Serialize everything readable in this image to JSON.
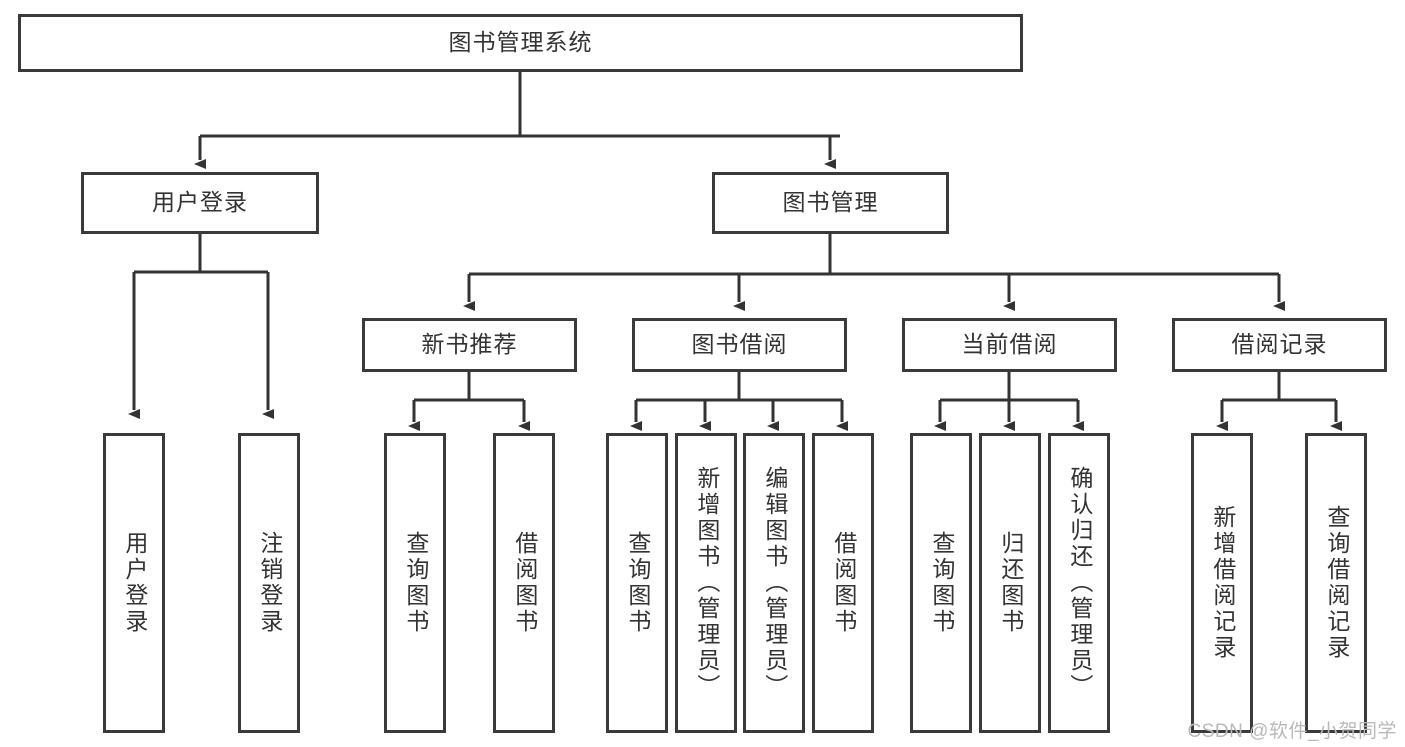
{
  "diagram": {
    "type": "tree-hierarchy-chart",
    "title": "图书管理系统",
    "stroke_color": "#3a3a3a",
    "text_color": "#333333",
    "background": "#ffffff",
    "watermark": "CSDN @软件_小贺同学"
  },
  "nodes": {
    "root": {
      "label": "图书管理系统"
    },
    "level1": [
      {
        "id": "user-login",
        "label": "用户登录"
      },
      {
        "id": "book-manage",
        "label": "图书管理"
      }
    ],
    "level2": [
      {
        "id": "new-book-recommend",
        "label": "新书推荐"
      },
      {
        "id": "book-borrow",
        "label": "图书借阅"
      },
      {
        "id": "current-borrow",
        "label": "当前借阅"
      },
      {
        "id": "borrow-record",
        "label": "借阅记录"
      }
    ],
    "leaves": {
      "user_login": [
        {
          "id": "leaf-user-login",
          "label": "用户登录"
        },
        {
          "id": "leaf-logout-login",
          "label": "注销登录"
        }
      ],
      "new_book_recommend": [
        {
          "id": "leaf-query-book-1",
          "label": "查询图书"
        },
        {
          "id": "leaf-borrow-book-1",
          "label": "借阅图书"
        }
      ],
      "book_borrow": [
        {
          "id": "leaf-query-book-2",
          "label": "查询图书"
        },
        {
          "id": "leaf-add-book",
          "label": "新增图书（管理员）"
        },
        {
          "id": "leaf-edit-book",
          "label": "编辑图书（管理员）"
        },
        {
          "id": "leaf-borrow-book-2",
          "label": "借阅图书"
        }
      ],
      "current_borrow": [
        {
          "id": "leaf-query-book-3",
          "label": "查询图书"
        },
        {
          "id": "leaf-return-book",
          "label": "归还图书"
        },
        {
          "id": "leaf-confirm-return",
          "label": "确认归还（管理员）"
        }
      ],
      "borrow_record": [
        {
          "id": "leaf-add-record",
          "label": "新增借阅记录"
        },
        {
          "id": "leaf-query-record",
          "label": "查询借阅记录"
        }
      ]
    }
  },
  "chart_data": {
    "type": "table",
    "title": "图书管理系统",
    "hierarchy": [
      {
        "name": "图书管理系统",
        "children": [
          {
            "name": "用户登录",
            "children": [
              {
                "name": "用户登录"
              },
              {
                "name": "注销登录"
              }
            ]
          },
          {
            "name": "图书管理",
            "children": [
              {
                "name": "新书推荐",
                "children": [
                  {
                    "name": "查询图书"
                  },
                  {
                    "name": "借阅图书"
                  }
                ]
              },
              {
                "name": "图书借阅",
                "children": [
                  {
                    "name": "查询图书"
                  },
                  {
                    "name": "新增图书（管理员）"
                  },
                  {
                    "name": "编辑图书（管理员）"
                  },
                  {
                    "name": "借阅图书"
                  }
                ]
              },
              {
                "name": "当前借阅",
                "children": [
                  {
                    "name": "查询图书"
                  },
                  {
                    "name": "归还图书"
                  },
                  {
                    "name": "确认归还（管理员）"
                  }
                ]
              },
              {
                "name": "借阅记录",
                "children": [
                  {
                    "name": "新增借阅记录"
                  },
                  {
                    "name": "查询借阅记录"
                  }
                ]
              }
            ]
          }
        ]
      }
    ]
  }
}
